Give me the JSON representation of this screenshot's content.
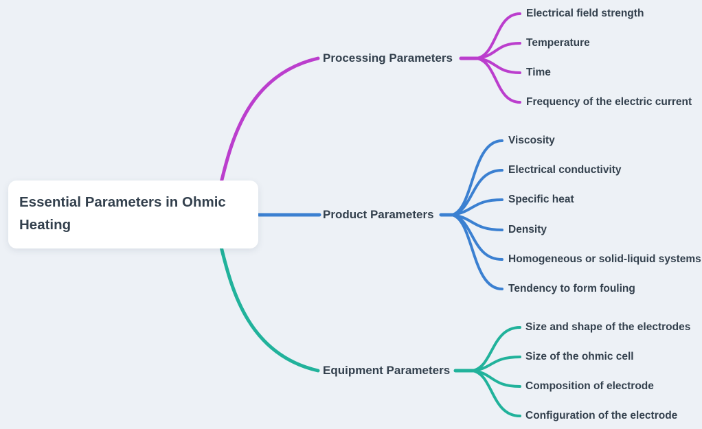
{
  "colors": {
    "background": "#edf1f6",
    "text": "#33404d",
    "node_bg": "#ffffff",
    "processing": "#bb3ecd",
    "product": "#3b80d1",
    "equipment": "#21b29b"
  },
  "root": {
    "label": "Essential Parameters in Ohmic Heating"
  },
  "branches": [
    {
      "id": "processing",
      "label": "Processing Parameters",
      "color": "#bb3ecd",
      "children": [
        "Electrical field strength",
        "Temperature",
        "Time",
        "Frequency of the electric current"
      ]
    },
    {
      "id": "product",
      "label": "Product Parameters",
      "color": "#3b80d1",
      "children": [
        "Viscosity",
        "Electrical conductivity",
        "Specific heat",
        "Density",
        "Homogeneous or solid-liquid systems",
        "Tendency to form fouling"
      ]
    },
    {
      "id": "equipment",
      "label": "Equipment Parameters",
      "color": "#21b29b",
      "children": [
        "Size and shape of the electrodes",
        "Size of the ohmic cell",
        "Composition of electrode",
        "Configuration of the electrode"
      ]
    }
  ]
}
